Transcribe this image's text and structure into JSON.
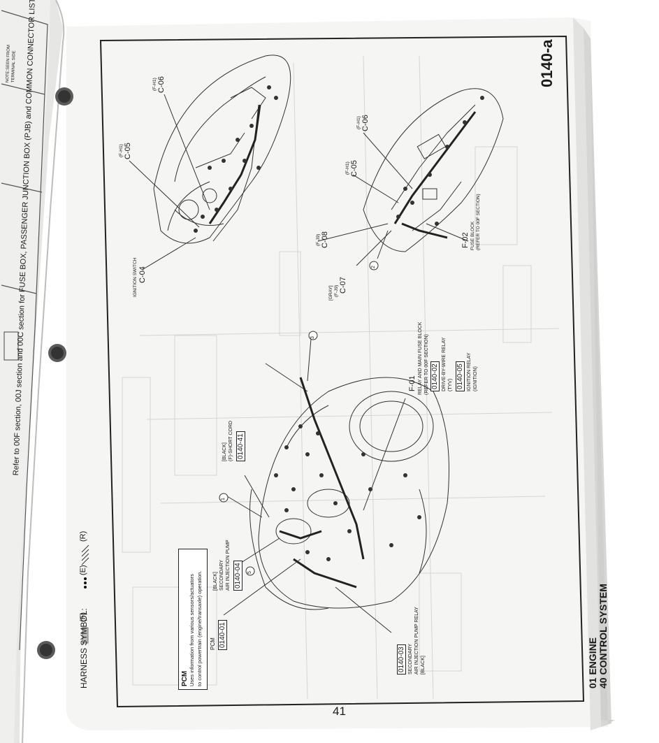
{
  "page_number": "41",
  "section_code": "0140-a",
  "chapter": {
    "line1": "01  ENGINE",
    "line2": "40  CONTROL SYSTEM"
  },
  "harness_symbol": {
    "label": "HARNESS SYMBOL:",
    "f": "(F)",
    "e": "(E)",
    "r": "(R)"
  },
  "pcm_note": {
    "title": "PCM",
    "text1": "Uses information from various sensors/actuators",
    "text2": "to control powertrain (engine/transaxle) operation."
  },
  "left_page": {
    "note": "Refer to 00F section, 00J section and 00C section for FUSE BOX, PASSENGER JUNCTION BOX (PJB) and COMMON CONNECTOR LIST",
    "tab_line1": "NOTE:SEEN FROM",
    "tab_line2": "TERMINAL SIDE"
  },
  "callouts": {
    "pcm": {
      "name": "PCM",
      "code": "0140-01"
    },
    "sec_air_pump": {
      "line1": "[BLACK]",
      "line2": "SECONDARY",
      "line3": "AIR INJECTION PUMP",
      "code": "0140-04"
    },
    "short_cord": {
      "line1": "[BLACK]",
      "line2": "(F)-SHORT CORD",
      "code": "0140-41"
    },
    "sec_air_relay": {
      "code": "0140-03",
      "line1": "SECONDARY",
      "line2": "AIR INJECTION PUMP RELAY",
      "line3": "[BLACK]"
    },
    "f01": {
      "code": "F-01",
      "line1": "RELAY AND MAIN FUSE BLOCK",
      "line2": "(REFER TO 00F SECTION)"
    },
    "dbw_relay": {
      "code": "0140-02",
      "line1": "DRIVE-BY-WIRE RELAY",
      "line2": "(TYV)"
    },
    "ign_relay": {
      "code": "0140-05",
      "line1": "IGNITION RELAY",
      "line2": "(IGNITION)"
    },
    "ign_switch": {
      "label": "IGNITION SWITCH",
      "code": "C-04"
    },
    "c05_left": {
      "tag": "(F-H1)",
      "code": "C-05"
    },
    "c06_left": {
      "tag": "(F-H1)",
      "code": "C-06"
    },
    "c06_right": {
      "tag": "(F-H1)",
      "code": "C-06"
    },
    "c05_right": {
      "tag": "(F-H1)",
      "code": "C-05"
    },
    "c08": {
      "tag": "(F-J9)",
      "code": "C-08"
    },
    "c07": {
      "line1": "[GRAY]",
      "line2": "(F-J9)",
      "code": "C-07"
    },
    "f02": {
      "code": "F-02",
      "line1": "FUSE BLOCK",
      "line2": "(REFER TO 00F SECTION)"
    },
    "circle_1": "1",
    "circle_2": "2",
    "circle_3": "3",
    "circle_5": "5"
  }
}
